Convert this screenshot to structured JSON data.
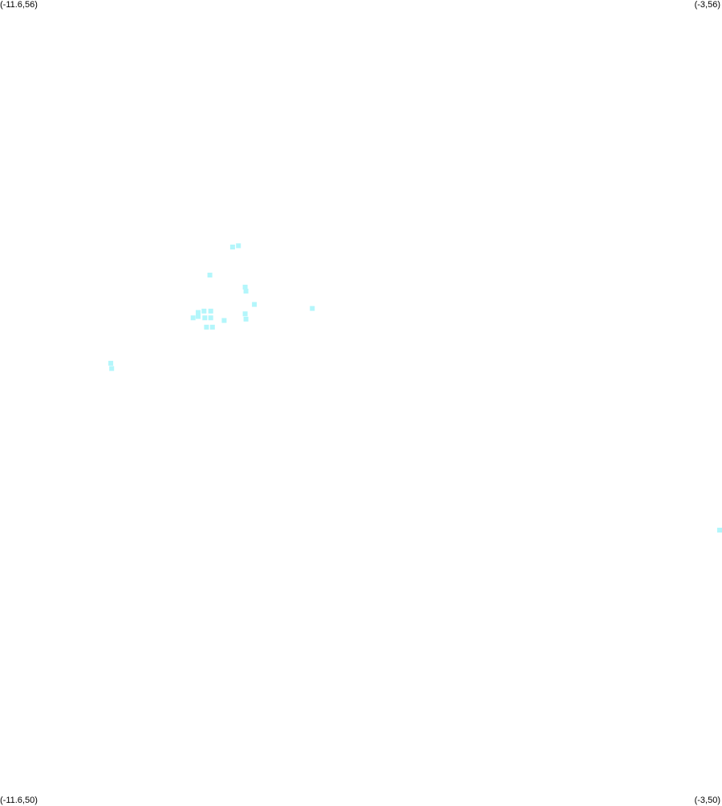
{
  "corners": {
    "top_left": "(-11.6,56)",
    "top_right": "(-3,56)",
    "bottom_left": "(-11.6,50)",
    "bottom_right": "(-3,50)"
  },
  "marker_color": "#b3f6fb",
  "chart_data": {
    "type": "scatter",
    "xlim": [
      -11.6,
      -3
    ],
    "ylim": [
      50,
      56
    ],
    "grid": false,
    "series": [
      {
        "points": [
          [
            -8.83,
            54.15
          ],
          [
            -8.76,
            54.16
          ],
          [
            -9.1,
            53.94
          ],
          [
            -8.68,
            53.85
          ],
          [
            -8.67,
            53.82
          ],
          [
            -8.57,
            53.72
          ],
          [
            -7.88,
            53.69
          ],
          [
            -9.24,
            53.66
          ],
          [
            -9.17,
            53.67
          ],
          [
            -9.09,
            53.67
          ],
          [
            -9.3,
            53.62
          ],
          [
            -9.24,
            53.63
          ],
          [
            -9.16,
            53.62
          ],
          [
            -9.09,
            53.62
          ],
          [
            -8.68,
            53.65
          ],
          [
            -8.67,
            53.61
          ],
          [
            -8.93,
            53.6
          ],
          [
            -9.14,
            53.55
          ],
          [
            -9.07,
            53.55
          ],
          [
            -10.28,
            53.28
          ],
          [
            -10.27,
            53.24
          ],
          [
            -3.02,
            52.03
          ]
        ]
      }
    ]
  }
}
